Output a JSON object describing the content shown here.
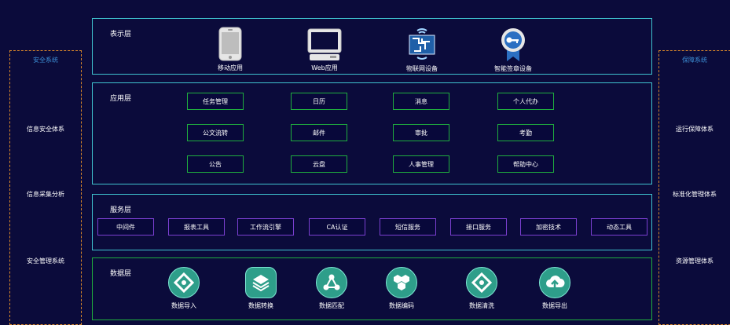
{
  "left_panel": {
    "title": "安全系统",
    "items": [
      "信息安全体系",
      "信息采集分析",
      "安全管理系统"
    ]
  },
  "right_panel": {
    "title": "保障系统",
    "items": [
      "运行保障体系",
      "标准化管理体系",
      "资源管理体系"
    ]
  },
  "presentation_layer": {
    "title": "表示层",
    "items": [
      {
        "label": "移动应用",
        "icon": "mobile-phone-icon"
      },
      {
        "label": "Web应用",
        "icon": "desktop-computer-icon"
      },
      {
        "label": "物联网设备",
        "icon": "iot-device-icon"
      },
      {
        "label": "智能签章设备",
        "icon": "key-badge-icon"
      }
    ]
  },
  "application_layer": {
    "title": "应用层",
    "items": [
      "任务管理",
      "日历",
      "消息",
      "个人代办",
      "公文流转",
      "邮件",
      "审批",
      "考勤",
      "公告",
      "云盘",
      "人事管理",
      "帮助中心"
    ]
  },
  "service_layer": {
    "title": "服务层",
    "items": [
      "中间件",
      "报表工具",
      "工作流引擎",
      "CA认证",
      "短信服务",
      "接口服务",
      "加密技术",
      "动态工具"
    ]
  },
  "data_layer": {
    "title": "数据层",
    "items": [
      {
        "label": "数据导入",
        "icon": "diamond-link-icon"
      },
      {
        "label": "数据转换",
        "icon": "layers-icon"
      },
      {
        "label": "数据匹配",
        "icon": "share-nodes-icon"
      },
      {
        "label": "数据编码",
        "icon": "honeycomb-icon"
      },
      {
        "label": "数据清洗",
        "icon": "diamond-link-icon"
      },
      {
        "label": "数据导出",
        "icon": "cloud-upload-icon"
      }
    ]
  },
  "colors": {
    "background": "#0b0b3b",
    "layer_border": "#3fc3cf",
    "green_border": "#1fae3e",
    "purple_border": "#7a3fd0",
    "dashed_orange": "#d8862a",
    "side_title": "#3d8fd6",
    "data_icon_fill": "#2e9e8a"
  }
}
